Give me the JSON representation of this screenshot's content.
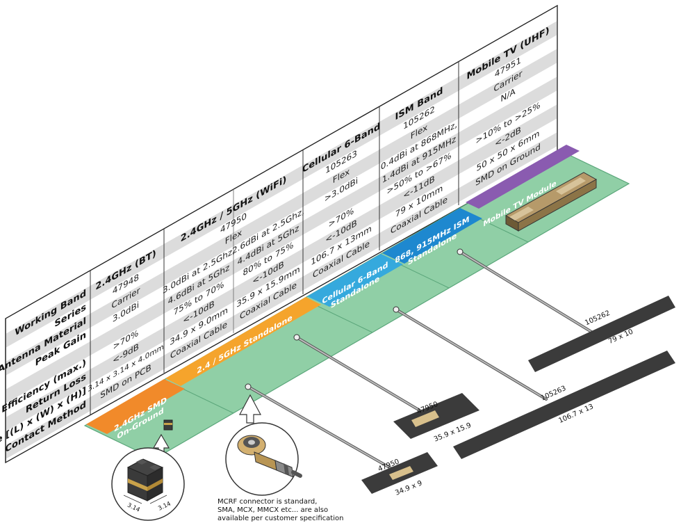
{
  "row_labels": [
    "Working Band",
    "Series",
    "Antenna Material",
    "Peak Gain",
    "Efficiency (max.)",
    "Return Loss",
    "Size [(L) x (W) x (H)]",
    "Contact Method"
  ],
  "columns": [
    {
      "band": "2.4GHz (BT)",
      "series": "47948",
      "material": "Carrier",
      "gain": "3.0dBi",
      "efficiency": ">70%",
      "return_loss": "<-9dB",
      "size": "3.14 x 3.14 x 4.0mm",
      "contact": "SMD on PCB"
    },
    {
      "band": "2.4GHz / 5GHz (WiFi)",
      "series": "47950",
      "material": "Flex",
      "a": [
        "3.0dBi at 2.5Ghz,",
        "4.6dBi at 5Ghz",
        "75% to 70%",
        "<-10dB",
        "34.9 x 9.0mm",
        "Coaxial Cable"
      ],
      "b": [
        "2.6dBi at 2.5Ghz,",
        "4.4dBi at 5Ghz",
        "80% to 75%",
        "<-10dB",
        "35.9 x 15.9mm",
        "Coaxial Cable"
      ]
    },
    {
      "band": "Cellular 6-Band",
      "series": "105263",
      "material": "Flex",
      "gain": ">3.0dBi",
      "efficiency": ">70%",
      "return_loss": "<-10dB",
      "size": "106.7 x 13mm",
      "contact": "Coaxial Cable"
    },
    {
      "band": "ISM Band",
      "series": "105262",
      "material": "Flex",
      "gain1": "0.4dBi at 868MHz,",
      "gain2": "1.4dBi at 915MHz",
      "efficiency": ">50% to >67%",
      "return_loss": "<-11dB",
      "size": "79 x 10mm",
      "contact": "Coaxial Cable"
    },
    {
      "band": "Mobile TV (UHF)",
      "series": "47951",
      "material": "Carrier",
      "gain": "N/A",
      "efficiency": ">10% to >25%",
      "return_loss": "<-2dB",
      "size": "50 x 50 x 6mm",
      "contact": "SMD on Ground"
    }
  ],
  "bands": [
    {
      "line1": "2.4GHz SMD",
      "line2": "On-Ground",
      "color": "#f18a2a"
    },
    {
      "line1": "2.4 / 5GHz Standalone",
      "line2": "",
      "color": "#f5a42c"
    },
    {
      "line1": "Cellular 6-Band",
      "line2": "Standalone",
      "color": "#35a9dd"
    },
    {
      "line1": "868, 915MHz ISM",
      "line2": "Standalone",
      "color": "#1e88cf"
    },
    {
      "line1": "Mobile TV Module",
      "line2": "",
      "color": "#8a5bb0"
    }
  ],
  "antennas": [
    {
      "id": "47950",
      "dims": "34.9 x 9"
    },
    {
      "id": "47950",
      "dims": "35.9 x 15.9"
    },
    {
      "id": "105263",
      "dims": "106.7 x 13"
    },
    {
      "id": "105262",
      "dims": "79 x 10"
    }
  ],
  "chip_dims": {
    "a": "3.14",
    "b": "3.14"
  },
  "connector_note": [
    "MCRF connector is standard,",
    "SMA, MCX, MMCX etc... are also",
    "available per customer specification"
  ],
  "colors": {
    "board": "#90cfa6",
    "board_edge": "#5aa67a",
    "stripe": "#dcdcdc",
    "flex": "#3b3b3b"
  }
}
